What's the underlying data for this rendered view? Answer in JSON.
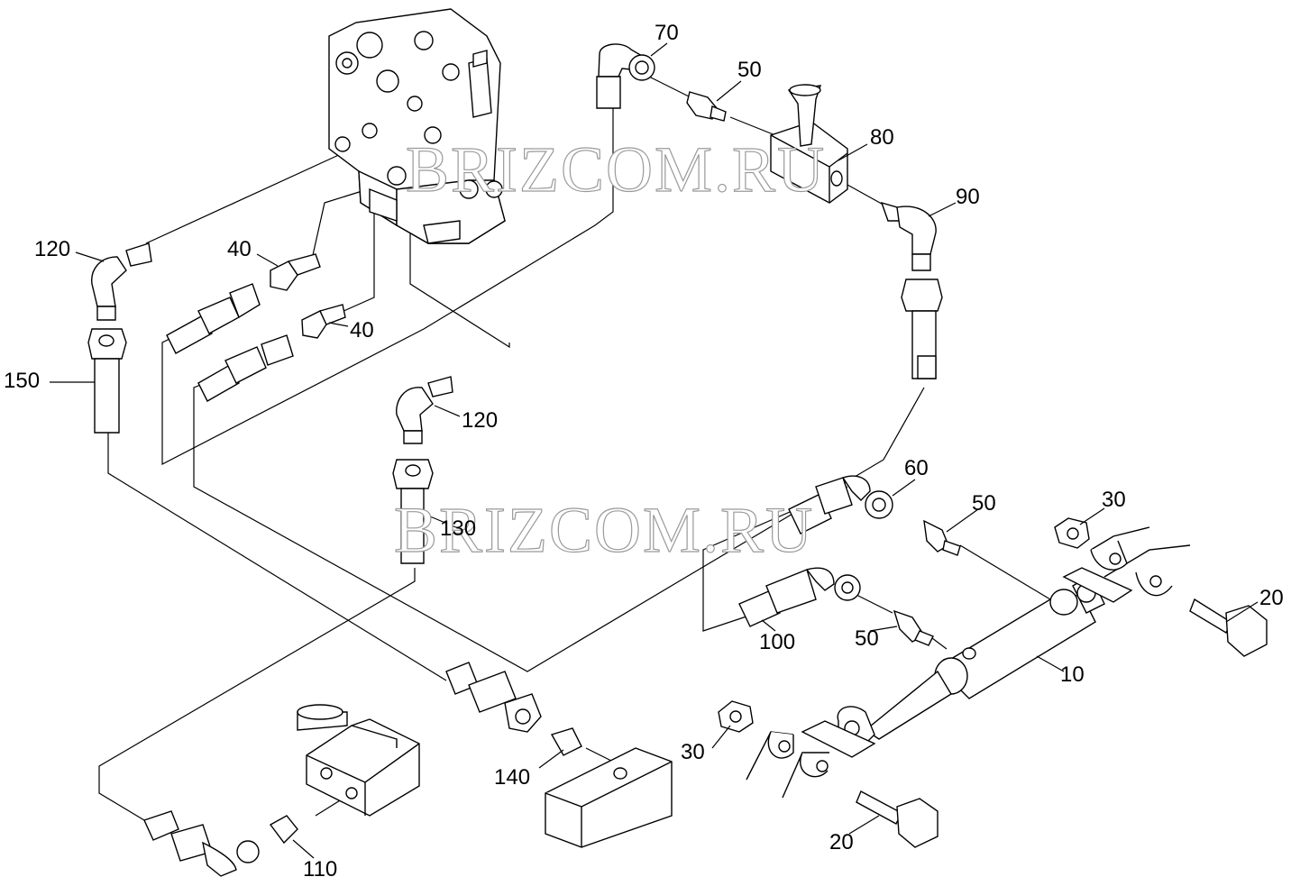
{
  "watermark": "BRIZCOM.RU",
  "labels": {
    "l10": "10",
    "l20a": "20",
    "l20b": "20",
    "l30a": "30",
    "l30b": "30",
    "l40a": "40",
    "l40b": "40",
    "l50a": "50",
    "l50b": "50",
    "l50c": "50",
    "l60": "60",
    "l70": "70",
    "l80": "80",
    "l90": "90",
    "l100": "100",
    "l110": "110",
    "l120a": "120",
    "l120b": "120",
    "l130": "130",
    "l140": "140",
    "l150": "150"
  }
}
